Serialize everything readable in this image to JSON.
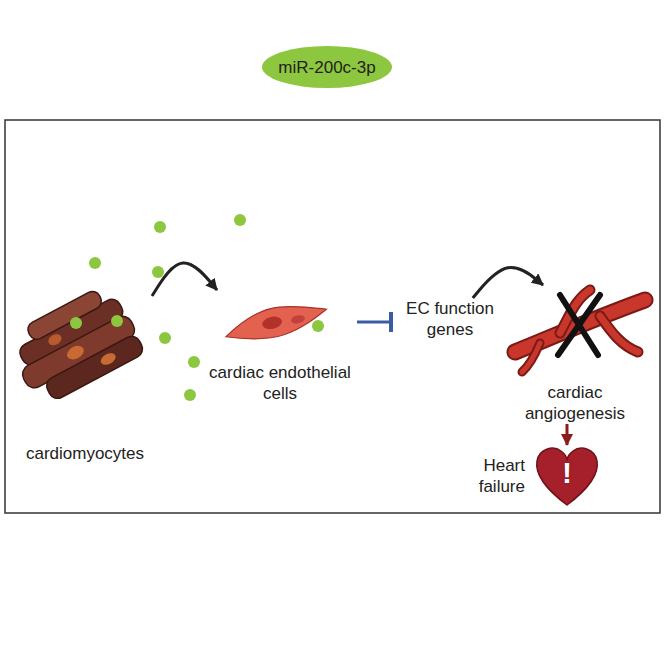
{
  "diagram": {
    "nodes": [
      {
        "text": [
          "miR-200c-3p"
        ]
      },
      {
        "text": [
          "cardiomyocytes"
        ]
      },
      {
        "text": [
          "cardiac endothelial cells"
        ]
      },
      {
        "text": [
          "EC function genes"
        ]
      },
      {
        "text": [
          "cardiac angiogenesis"
        ]
      },
      {
        "text": [
          "Heart failure",
          "!"
        ]
      }
    ],
    "edges": [
      {
        "from": 1,
        "to": 2,
        "arrow": "to"
      },
      {
        "from": 2,
        "to": 3,
        "arrow": "to"
      },
      {
        "from": 3,
        "to": 4,
        "arrow": "to"
      },
      {
        "from": 4,
        "to": 5,
        "arrow": "to"
      }
    ]
  }
}
